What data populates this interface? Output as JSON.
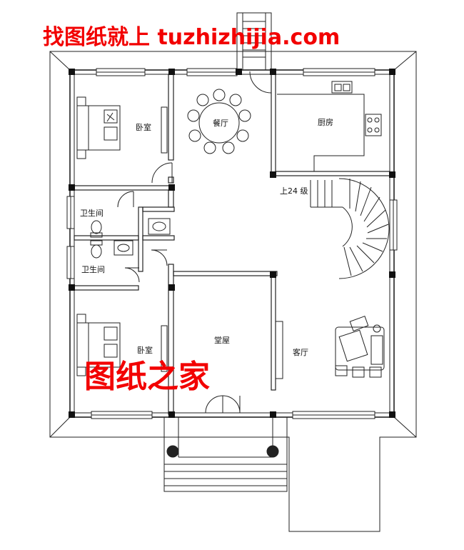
{
  "watermark": {
    "top": "找图纸就上 tuzhizhijia.com",
    "middle": "图纸之家"
  },
  "rooms": {
    "bedroom_top": "卧室",
    "dining": "餐厅",
    "kitchen": "厨房",
    "bathroom_top": "卫生间",
    "bathroom_bottom": "卫生间",
    "bedroom_bottom": "卧室",
    "hall": "堂屋",
    "living": "客厅"
  },
  "stairs": {
    "label": "上24 级"
  }
}
